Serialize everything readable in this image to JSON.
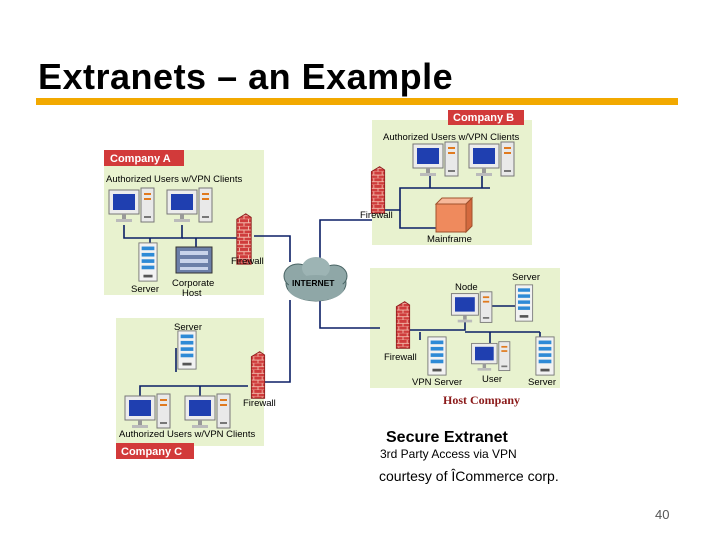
{
  "slide": {
    "title": "Extranets – an Example",
    "page_number": "40",
    "caption_title": "Secure Extranet",
    "caption_subtitle": "3rd Party Access via VPN",
    "courtesy": "courtesy of ÎCommerce corp."
  },
  "diagram": {
    "company_a": {
      "badge": "Company A",
      "users_label": "Authorized Users w/VPN Clients",
      "firewall_label": "Firewall",
      "server_label": "Server",
      "host_label_line1": "Corporate",
      "host_label_line2": "Host"
    },
    "company_b": {
      "badge": "Company B",
      "users_label": "Authorized Users w/VPN Clients",
      "firewall_label": "Firewall",
      "mainframe_label": "Mainframe"
    },
    "company_c": {
      "badge": "Company C",
      "users_label": "Authorized Users w/VPN Clients",
      "firewall_label": "Firewall",
      "server_label": "Server"
    },
    "host_company": {
      "name": "Host Company",
      "firewall_label": "Firewall",
      "node_label": "Node",
      "server_label": "Server",
      "vpn_server_label": "VPN Server",
      "user_label": "User",
      "server2_label": "Server"
    },
    "internet_label": "INTERNET",
    "colors": {
      "panel": "#e8f2cf",
      "badge": "#d23a3a",
      "line": "#0b1f66",
      "brick": "#cc3b3b",
      "accent_rule": "#f2a900"
    }
  }
}
